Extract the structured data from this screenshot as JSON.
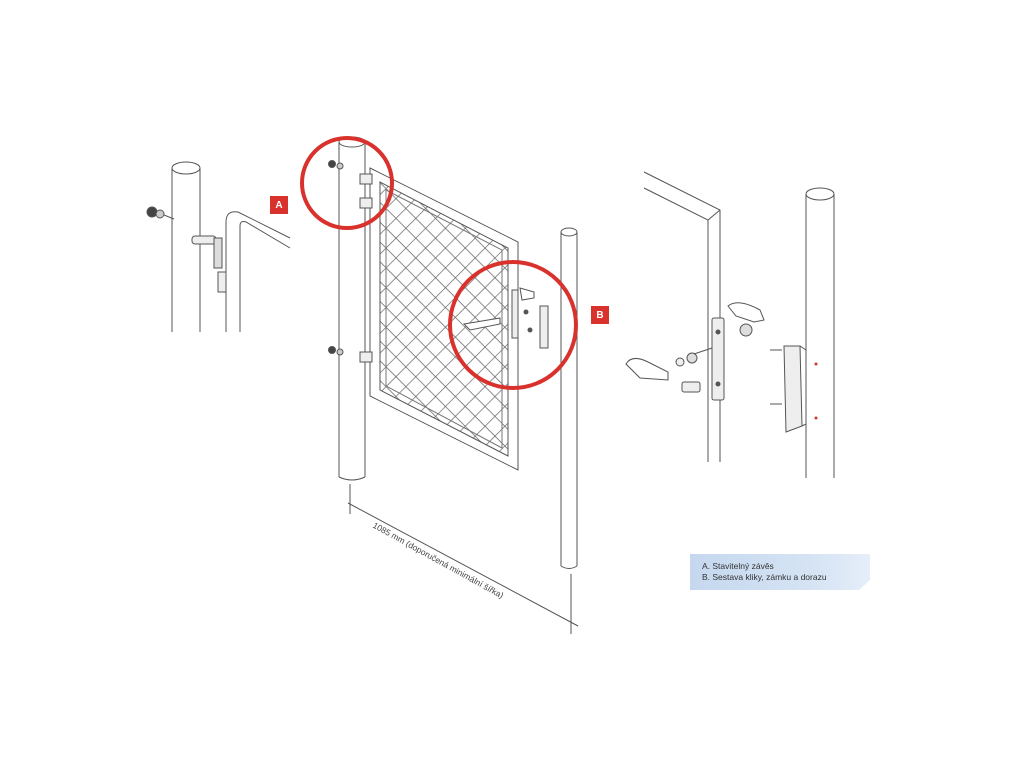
{
  "markers": {
    "a": "A",
    "b": "B"
  },
  "dimension": {
    "label": "1085 mm (doporučená minimální šířka)"
  },
  "legend": {
    "items": [
      "A. Stavitelný závěs",
      "B. Sestava kliky, zámku a dorazu"
    ]
  },
  "colors": {
    "highlight": "#d9322c",
    "legend_bg": "#c9dbf0",
    "line": "#555555"
  }
}
